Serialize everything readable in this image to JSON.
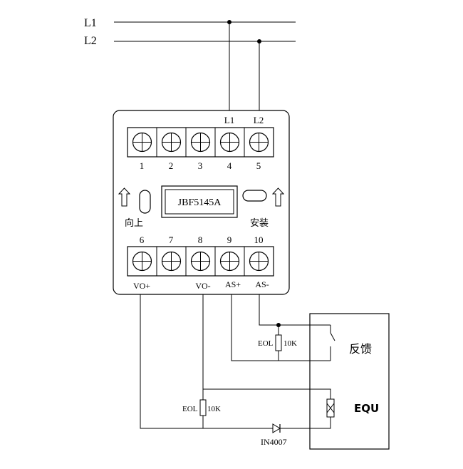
{
  "bus": {
    "l1": "L1",
    "l2": "L2"
  },
  "module": {
    "model": "JBF5145A",
    "top_terminals": [
      {
        "number": "1",
        "label": ""
      },
      {
        "number": "2",
        "label": ""
      },
      {
        "number": "3",
        "label": ""
      },
      {
        "number": "4",
        "label": "L1"
      },
      {
        "number": "5",
        "label": "L2"
      }
    ],
    "bottom_terminals": [
      {
        "number": "6",
        "label": "VO+"
      },
      {
        "number": "7",
        "label": ""
      },
      {
        "number": "8",
        "label": "VO-"
      },
      {
        "number": "9",
        "label": "AS+"
      },
      {
        "number": "10",
        "label": "AS-"
      }
    ],
    "up_label": "向上",
    "install_label": "安装"
  },
  "feedback": {
    "eol_label": "EOL",
    "eol_value": "10K",
    "label": "反馈"
  },
  "output": {
    "eol_label": "EOL",
    "eol_value": "10K",
    "diode_label": "IN4007"
  },
  "equipment": {
    "label": "EQU"
  }
}
